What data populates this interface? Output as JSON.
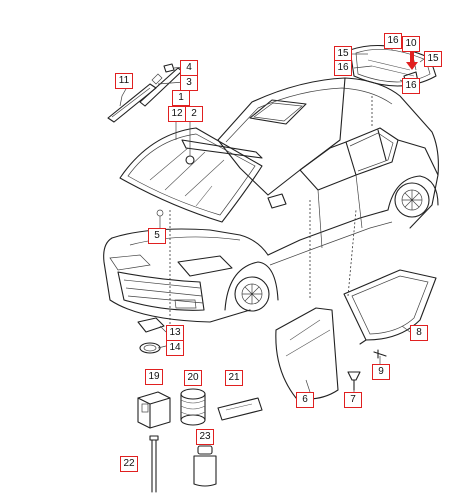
{
  "diagram": {
    "callouts": [
      {
        "id": "c1",
        "label": "1"
      },
      {
        "id": "c2",
        "label": "2"
      },
      {
        "id": "c3",
        "label": "3"
      },
      {
        "id": "c4",
        "label": "4"
      },
      {
        "id": "c5",
        "label": "5"
      },
      {
        "id": "c6",
        "label": "6"
      },
      {
        "id": "c7",
        "label": "7"
      },
      {
        "id": "c8",
        "label": "8"
      },
      {
        "id": "c9",
        "label": "9"
      },
      {
        "id": "c10",
        "label": "10"
      },
      {
        "id": "c11",
        "label": "11"
      },
      {
        "id": "c12",
        "label": "12"
      },
      {
        "id": "c13",
        "label": "13"
      },
      {
        "id": "c14",
        "label": "14"
      },
      {
        "id": "c15",
        "label": "15"
      },
      {
        "id": "c15b",
        "label": "15"
      },
      {
        "id": "c16",
        "label": "16"
      },
      {
        "id": "c16b",
        "label": "16"
      },
      {
        "id": "c16c",
        "label": "16"
      },
      {
        "id": "c19",
        "label": "19"
      },
      {
        "id": "c20",
        "label": "20"
      },
      {
        "id": "c21",
        "label": "21"
      },
      {
        "id": "c22",
        "label": "22"
      },
      {
        "id": "c23",
        "label": "23"
      }
    ],
    "accent_color": "#e02020"
  }
}
